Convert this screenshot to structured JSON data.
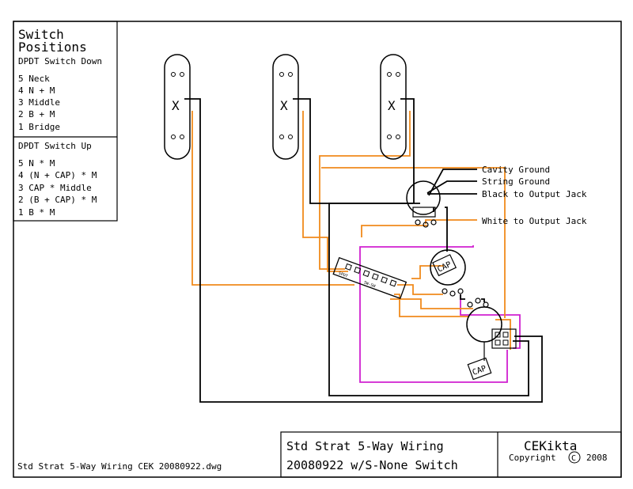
{
  "legend_down": {
    "title_1": "Switch",
    "title_2": "Positions",
    "subtitle": "DPDT Switch Down",
    "items": [
      "5 Neck",
      "4 N + M",
      "3 Middle",
      "2 B + M",
      "1 Bridge"
    ]
  },
  "legend_up": {
    "subtitle": "DPDT Switch Up",
    "items": [
      "5 N * M",
      "4 (N + CAP) * M",
      "3 CAP * Middle",
      "2 (B + CAP) * M",
      "1 B * M"
    ]
  },
  "labels": {
    "cavity_ground": "Cavity Ground",
    "string_ground": "String Ground",
    "black_output": "Black to Output Jack",
    "white_output": "White to Output Jack",
    "cap_upper": "CAP",
    "cap_lower": "CAP",
    "pickup_x": "X",
    "switch_mark_1": "SPDT",
    "switch_mark_2": "5W-SW"
  },
  "title_block": {
    "line1": "Std Strat 5-Way Wiring",
    "line2": "20080922 w/S-None Switch",
    "author": "CEKikta",
    "copyright": "Copyright",
    "copyright_symbol": "C",
    "year": "2008"
  },
  "filename": "Std Strat 5-Way Wiring CEK 20080922.dwg",
  "colors": {
    "wire_black": "#000000",
    "wire_orange": "#f08a1c",
    "wire_magenta": "#d020d0"
  }
}
